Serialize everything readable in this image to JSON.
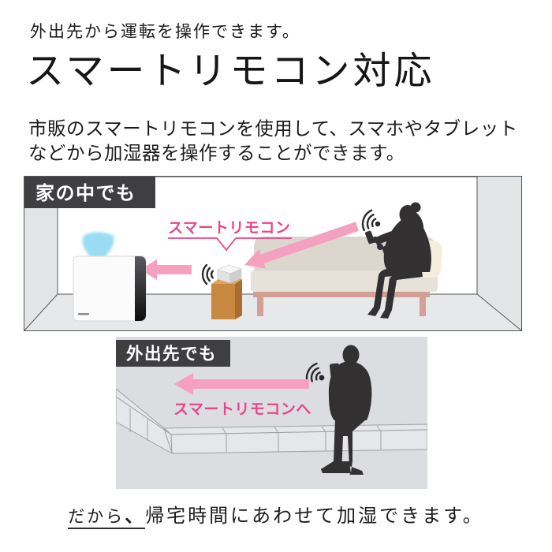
{
  "header": {
    "subtitle": "外出先から運転を操作できます。",
    "title": "スマートリモコン対応",
    "description_line1": "市販のスマートリモコンを使用して、スマホやタブレット",
    "description_line2": "などから加湿器を操作することができます。"
  },
  "indoor_scene": {
    "badge_label": "家の中でも",
    "remote_label": "スマートリモコン"
  },
  "outdoor_scene": {
    "badge_label": "外出先でも",
    "arrow_label": "スマートリモコンへ"
  },
  "footer": {
    "emphasis": "だから",
    "comma": "、",
    "text": "帰宅時間にあわせて加湿できます。"
  },
  "colors": {
    "accent-pink": "#e8468a",
    "arrow-pink": "#f5a0bf",
    "badge-bg": "#3f3f41",
    "text-dark": "#1d1d1f",
    "scene-gray": "#dcdde0",
    "wall-gray": "#e3e4e6",
    "floor-gray": "#e7e8ea",
    "line-gray": "#56575b",
    "wood-front": "#c8883f",
    "wood-side": "#a96e2e",
    "wood-top": "#e0a45c",
    "sofa-body": "#dbd7ce",
    "sofa-seat": "#e6e2d9",
    "sofa-trim": "#d2a096",
    "cushion": "#f6eedd",
    "silhouette": "#333032",
    "mist-blue": "#8fd9f3"
  }
}
